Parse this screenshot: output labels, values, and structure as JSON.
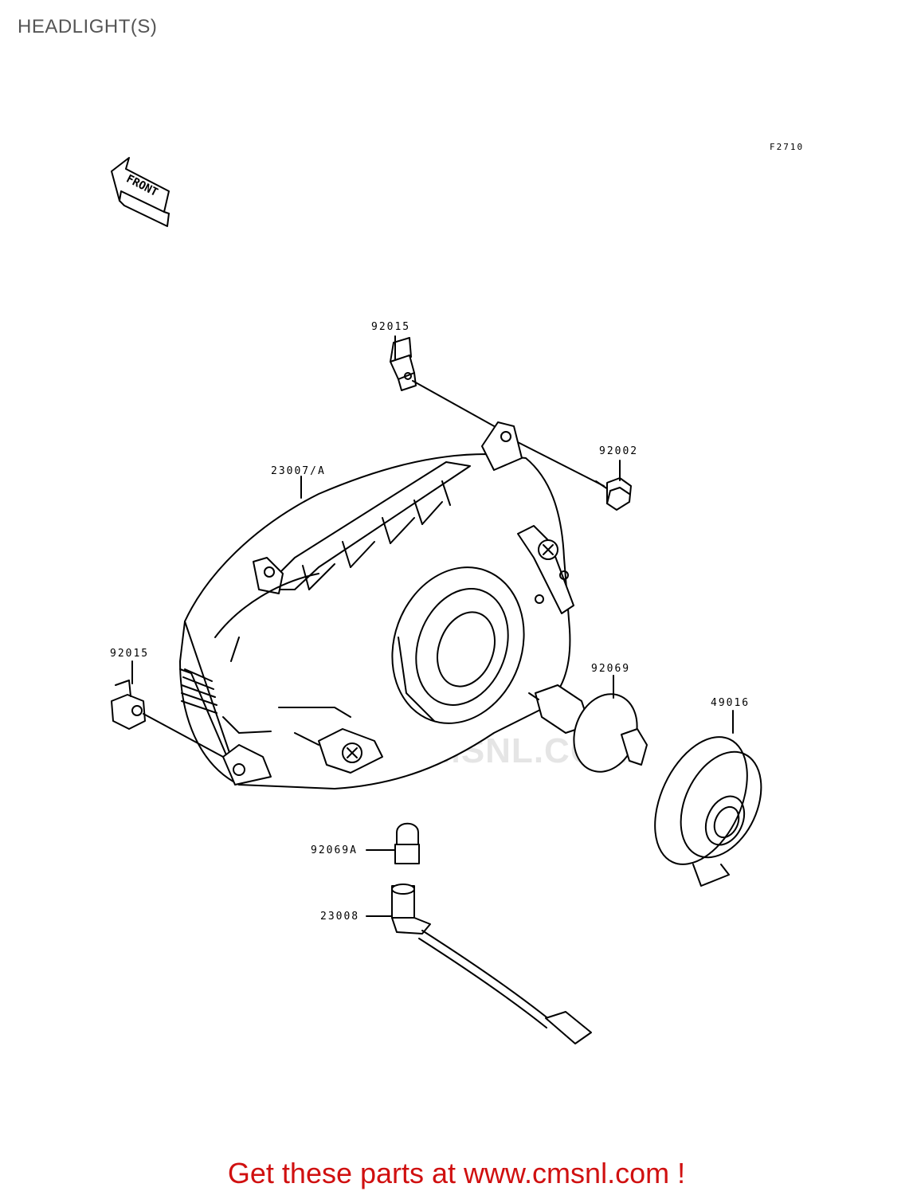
{
  "title": "HEADLIGHT(S)",
  "figure_code": "F2710",
  "front_arrow_label": "FRONT",
  "watermark_text": "WWW.CMSNL.COM",
  "footer": "Get these parts at www.cmsnl.com !",
  "parts": {
    "clip_top": "92015",
    "bolt": "92002",
    "housing": "23007/A",
    "clip_left": "92015",
    "main_bulb": "92069",
    "dust_cover": "49016",
    "pilot_bulb": "92069A",
    "socket": "23008"
  },
  "colors": {
    "footer": "#d01010",
    "title": "#555555",
    "line": "#000000"
  }
}
